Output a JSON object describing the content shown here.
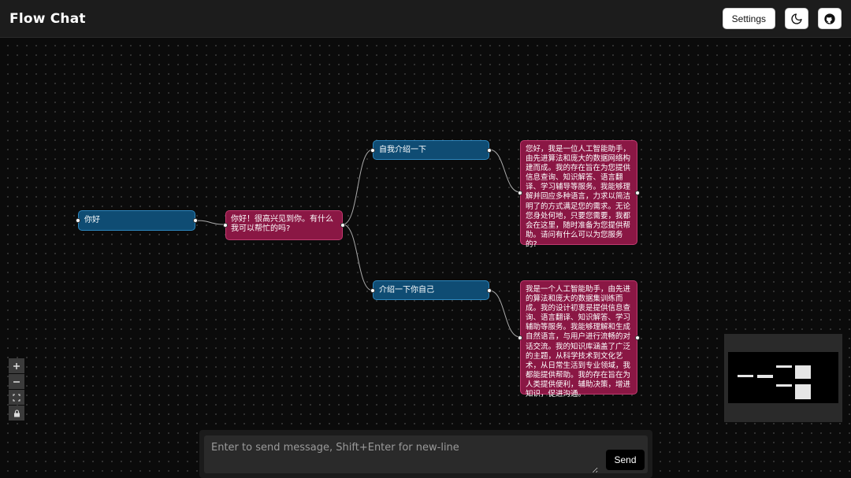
{
  "header": {
    "title": "Flow Chat",
    "settings_label": "Settings",
    "theme_icon": "moon-icon",
    "repo_icon": "github-icon"
  },
  "nodes": {
    "user1": "你好",
    "ai1": "你好！很高兴见到你。有什么我可以帮忙的吗?",
    "user2": "自我介绍一下",
    "ai2": "您好，我是一位人工智能助手，由先进算法和庞大的数据网络构建而成。我的存在旨在为您提供信息查询、知识解答、语言翻译、学习辅导等服务。我能够理解并回应多种语言，力求以简洁明了的方式满足您的需求。无论您身处何地，只要您需要，我都会在这里，随时准备为您提供帮助。请问有什么可以为您服务的?",
    "user3": "介绍一下你自己",
    "ai3": "我是一个人工智能助手，由先进的算法和庞大的数据集训练而成。我的设计初衷是提供信息查询、语言翻译、知识解答、学习辅助等服务。我能够理解和生成自然语言，与用户进行流畅的对话交流。我的知识库涵盖了广泛的主题，从科学技术到文化艺术，从日常生活到专业领域，我都能提供帮助。我的存在旨在为人类提供便利，辅助决策，增进知识，促进沟通。"
  },
  "controls": {
    "zoom_in_icon": "plus-icon",
    "zoom_out_icon": "minus-icon",
    "fit_view_icon": "fit-view-icon",
    "lock_icon": "lock-icon"
  },
  "composer": {
    "placeholder": "Enter to send message, Shift+Enter for new-line",
    "send_label": "Send"
  },
  "colors": {
    "user_node": "#0f4c73",
    "ai_node": "#8a1744",
    "background": "#0b0b0b",
    "header": "#1c1c1c"
  }
}
